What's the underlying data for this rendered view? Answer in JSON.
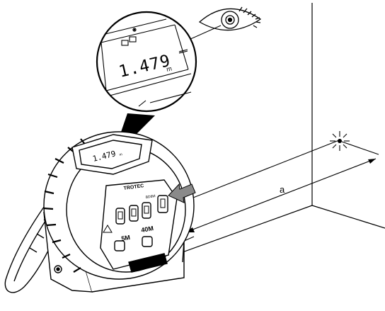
{
  "diagram": {
    "distance_label": "a",
    "brand": "TROTEC",
    "model": "BD8M",
    "tape_length_label": "5M",
    "laser_range_label": "40M",
    "display_reading": "1.479",
    "display_unit": "m",
    "zoom_reading": "1.479",
    "zoom_unit": "m",
    "icons": [
      "eye-icon",
      "laser-burst-icon",
      "pointer-arrow-icon",
      "zoom-magnifier-icon"
    ],
    "colors": {
      "ink": "#000000",
      "device_fill": "#ffffff",
      "arrow_fill": "#8a8a8a"
    }
  }
}
